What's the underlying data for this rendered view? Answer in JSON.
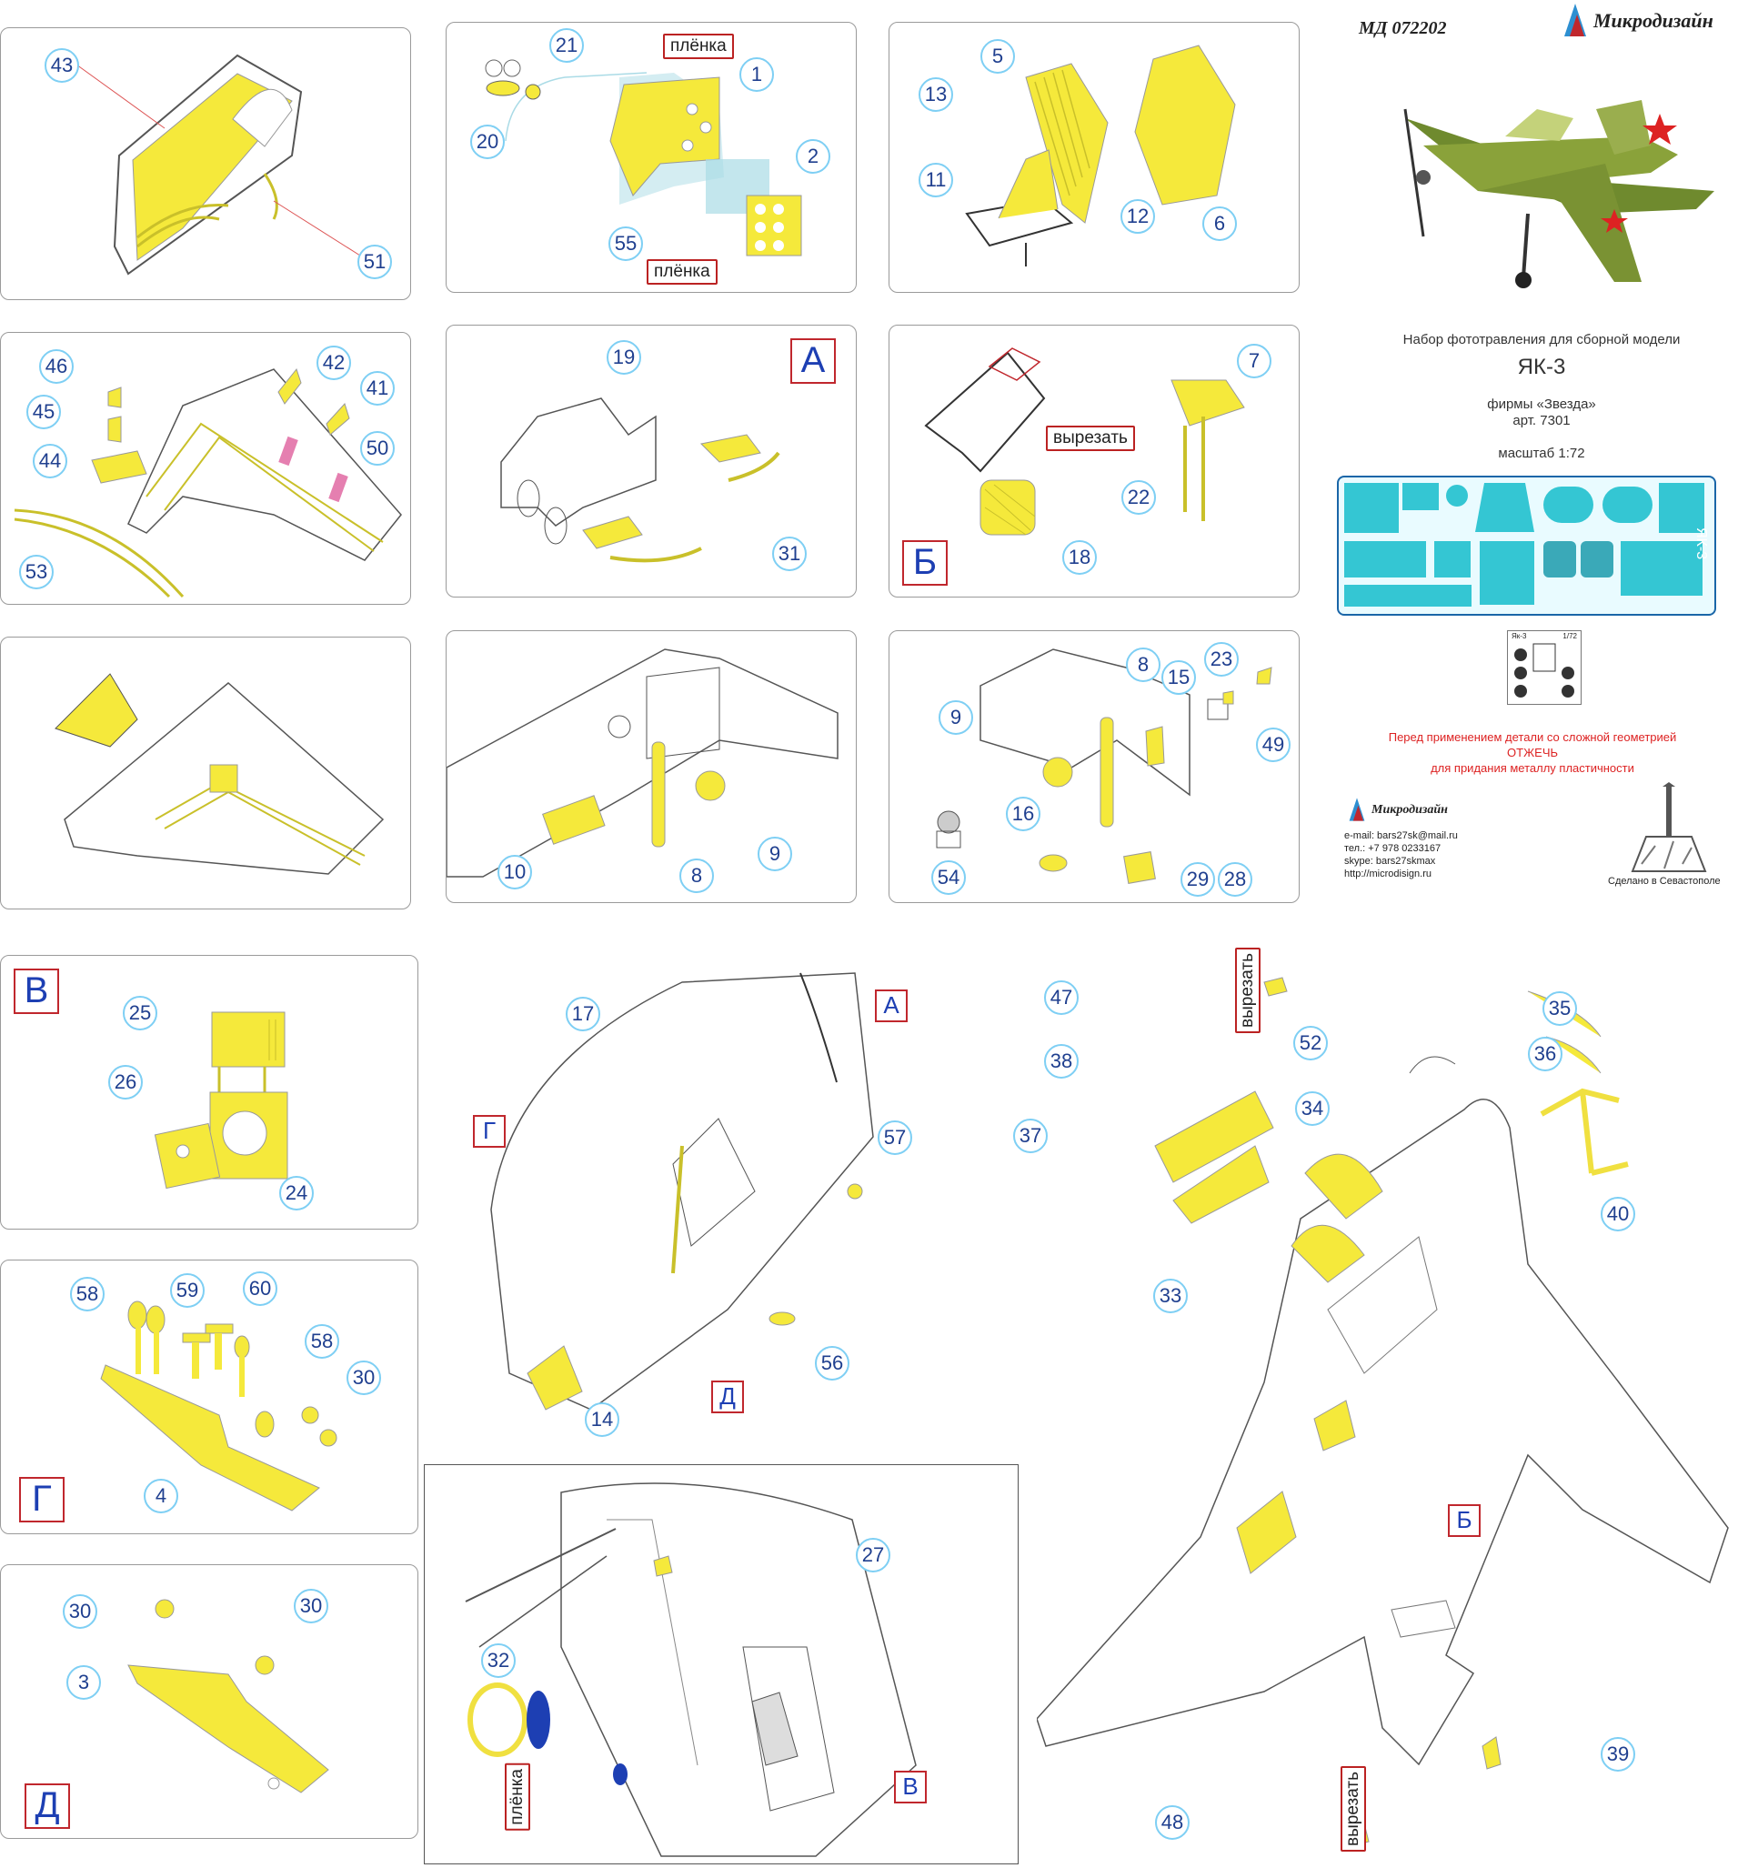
{
  "header": {
    "code": "МД 072202",
    "brand": "Микродизайн"
  },
  "info": {
    "line1": "Набор фототравления для сборной модели",
    "model": "ЯК-3",
    "maker": "фирмы «Звезда»",
    "article": "арт. 7301",
    "scale": "масштаб 1:72",
    "fret_label": "ЯК-3",
    "mask_label": "Як-3",
    "mask_scale": "1/72",
    "warning1": "Перед применением детали со сложной геометрией",
    "warning2": "ОТЖЕЧЬ",
    "warning3": "для придания металлу пластичности",
    "contact_brand": "Микродизайн",
    "email": "e-mail: bars27sk@mail.ru",
    "phone": "тел.: +7 978 0233167",
    "skype": "skype: bars27skmax",
    "url": "http://microdisign.ru",
    "made": "Сделано в Севастополе"
  },
  "tags": {
    "film": "плёнка",
    "cut": "вырезать"
  },
  "letters": {
    "A": "А",
    "B": "Б",
    "V": "В",
    "G": "Г",
    "D": "Д"
  },
  "nums": {
    "n1": "1",
    "n2": "2",
    "n3": "3",
    "n4": "4",
    "n5": "5",
    "n6": "6",
    "n7": "7",
    "n8": "8",
    "n9": "9",
    "n10": "10",
    "n11": "11",
    "n12": "12",
    "n13": "13",
    "n14": "14",
    "n15": "15",
    "n16": "16",
    "n17": "17",
    "n18": "18",
    "n19": "19",
    "n20": "20",
    "n21": "21",
    "n22": "22",
    "n23": "23",
    "n24": "24",
    "n25": "25",
    "n26": "26",
    "n27": "27",
    "n28": "28",
    "n29": "29",
    "n30": "30",
    "n31": "31",
    "n32": "32",
    "n33": "33",
    "n34": "34",
    "n35": "35",
    "n36": "36",
    "n37": "37",
    "n38": "38",
    "n39": "39",
    "n40": "40",
    "n41": "41",
    "n42": "42",
    "n43": "43",
    "n44": "44",
    "n45": "45",
    "n46": "46",
    "n47": "47",
    "n48": "48",
    "n49": "49",
    "n50": "50",
    "n51": "51",
    "n52": "52",
    "n53": "53",
    "n54": "54",
    "n55": "55",
    "n56": "56",
    "n57": "57",
    "n58": "58",
    "n59": "59",
    "n60": "60"
  },
  "colors": {
    "part": "#f5e93b",
    "callout": "#7ecff4",
    "number": "#1f3f8f",
    "letter": "#1d3fb3",
    "frame": "#c0272d",
    "fret": "#34c6d3"
  }
}
